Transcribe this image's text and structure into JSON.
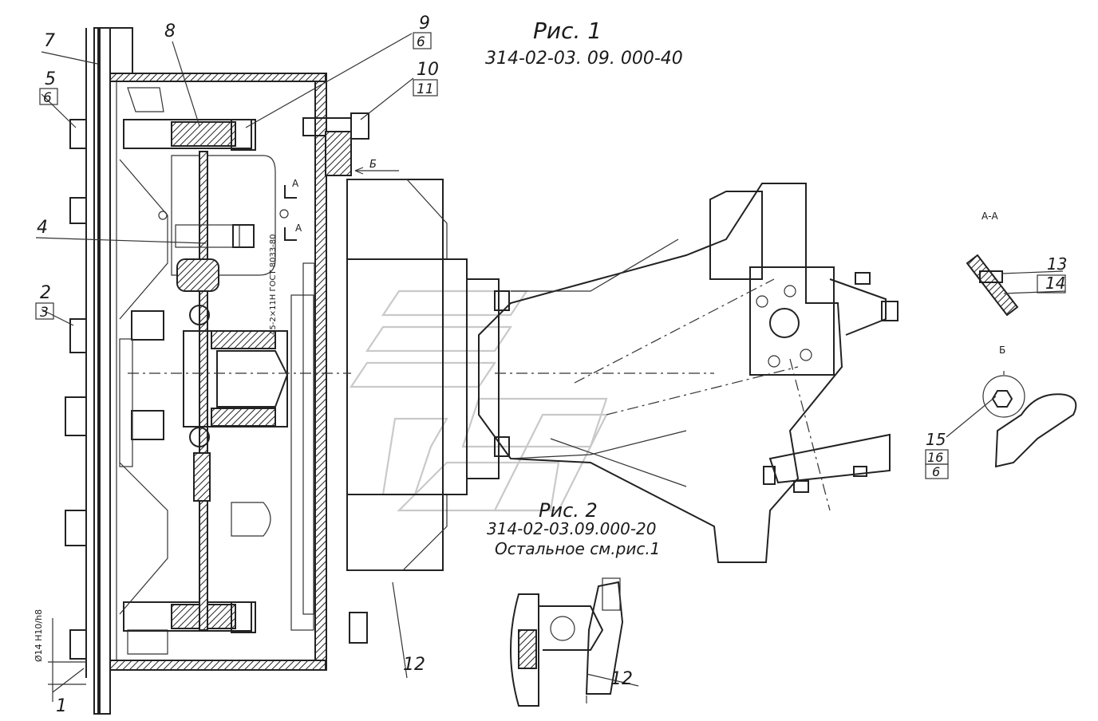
{
  "figures": {
    "fig1_title": "Рис. 1",
    "fig1_code": "314-02-03. 09. 000-40",
    "fig2_title": "Рис. 2",
    "fig2_code": "314-02-03.09.000-20",
    "fig2_note": "Остальное см.рис.1"
  },
  "callouts": [
    {
      "id": "c7",
      "text": "7"
    },
    {
      "id": "c8",
      "text": "8"
    },
    {
      "id": "c9",
      "text": "9"
    },
    {
      "id": "c9b",
      "text": "6"
    },
    {
      "id": "c10",
      "text": "10"
    },
    {
      "id": "c10b",
      "text": "11"
    },
    {
      "id": "c5",
      "text": "5"
    },
    {
      "id": "c5b",
      "text": "6"
    },
    {
      "id": "c4",
      "text": "4"
    },
    {
      "id": "c2",
      "text": "2"
    },
    {
      "id": "c2b",
      "text": "3"
    },
    {
      "id": "c1",
      "text": "1"
    },
    {
      "id": "c12",
      "text": "12"
    },
    {
      "id": "c12b",
      "text": "12"
    },
    {
      "id": "c13",
      "text": "13"
    },
    {
      "id": "c14",
      "text": "14"
    },
    {
      "id": "c15",
      "text": "15"
    },
    {
      "id": "c16",
      "text": "16"
    },
    {
      "id": "c16b",
      "text": "6"
    }
  ],
  "views": {
    "section_aa": "А-А",
    "view_b": "Б",
    "arrow_b": "Б",
    "cut_a_top": "А",
    "cut_a_bottom": "А"
  },
  "annotations": {
    "dimension": "Ø14 Н10/h8",
    "material_note": "45-2×11Н ГОСТ 8033-80"
  }
}
